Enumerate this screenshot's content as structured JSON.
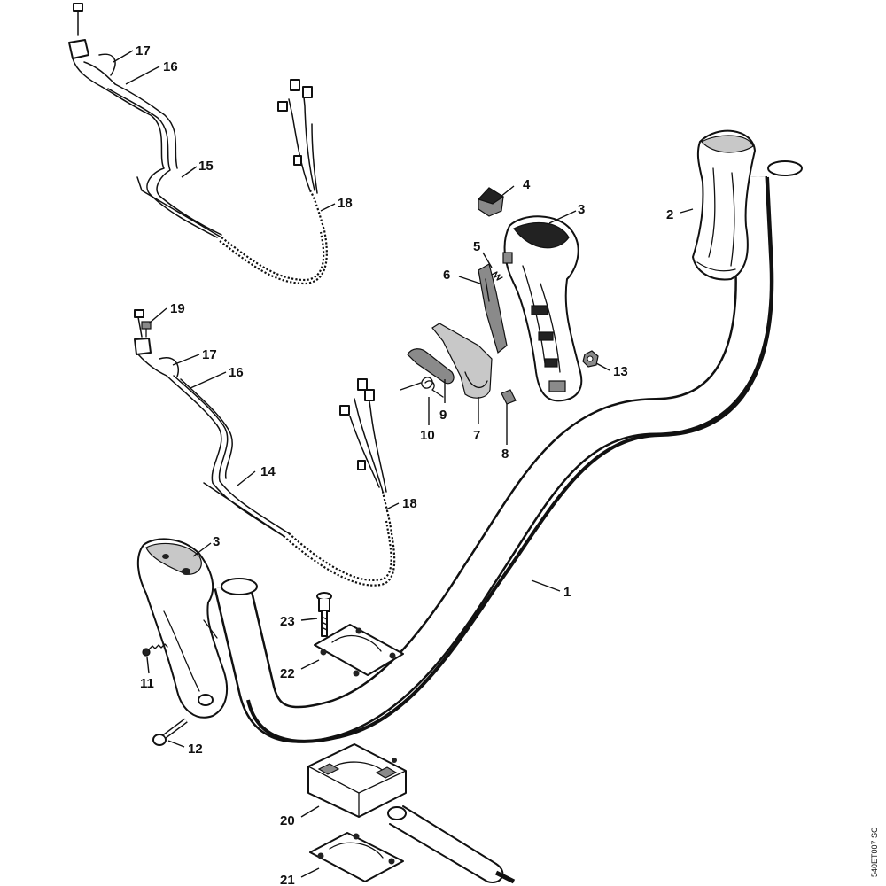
{
  "diagram": {
    "drawing_ref": "540ET007 SC",
    "callouts": {
      "c1": "1",
      "c2": "2",
      "c3a": "3",
      "c3b": "3",
      "c4": "4",
      "c5": "5",
      "c6": "6",
      "c7": "7",
      "c8": "8",
      "c9": "9",
      "c10": "10",
      "c11": "11",
      "c12": "12",
      "c13": "13",
      "c14": "14",
      "c15": "15",
      "c16a": "16",
      "c16b": "16",
      "c17a": "17",
      "c17b": "17",
      "c18a": "18",
      "c18b": "18",
      "c19": "19",
      "c20": "20",
      "c21": "21",
      "c22": "22",
      "c23": "23"
    }
  }
}
